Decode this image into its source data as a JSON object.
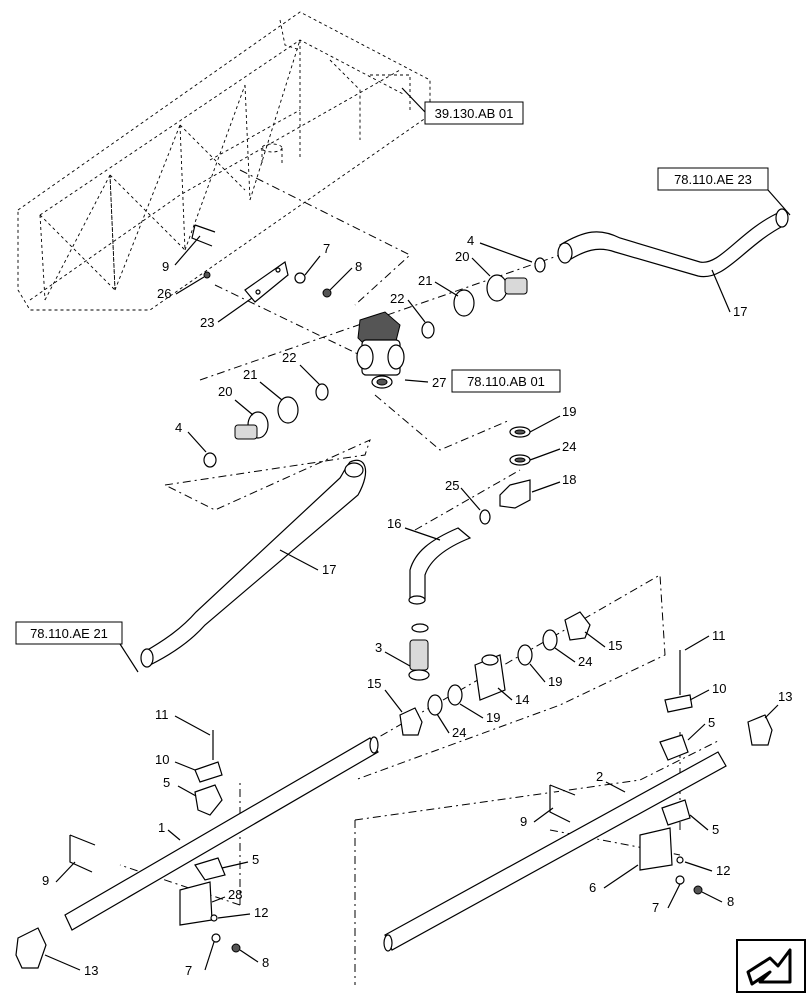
{
  "references": {
    "ref_39130ab01": "39.130.AB 01",
    "ref_78110ae23": "78.110.AE 23",
    "ref_78110ab01": "78.110.AB 01",
    "ref_78110ae21": "78.110.AE 21"
  },
  "callouts": {
    "c4a": "4",
    "c20a": "20",
    "c21a": "21",
    "c22a": "22",
    "c17a": "17",
    "c7a": "7",
    "c8a": "8",
    "c9a": "9",
    "c26": "26",
    "c23": "23",
    "c27": "27",
    "c22b": "22",
    "c21b": "21",
    "c20b": "20",
    "c4b": "4",
    "c19a": "19",
    "c24a": "24",
    "c18": "18",
    "c25": "25",
    "c16": "16",
    "c17b": "17",
    "c3": "3",
    "c15a": "15",
    "c15b": "15",
    "c24b": "24",
    "c19b": "19",
    "c14": "14",
    "c19c": "19",
    "c24c": "24",
    "c11a": "11",
    "c10a": "10",
    "c5a": "5",
    "c13a": "13",
    "c11b": "11",
    "c10b": "10",
    "c5b": "5",
    "c1": "1",
    "c9b": "9",
    "c5c": "5",
    "c28": "28",
    "c12a": "12",
    "c13b": "13",
    "c7b": "7",
    "c8b": "8",
    "c2": "2",
    "c9c": "9",
    "c5d": "5",
    "c6": "6",
    "c12b": "12",
    "c7c": "7",
    "c8c": "8"
  },
  "icons": {
    "nav_arrow": "arrow-icon"
  }
}
